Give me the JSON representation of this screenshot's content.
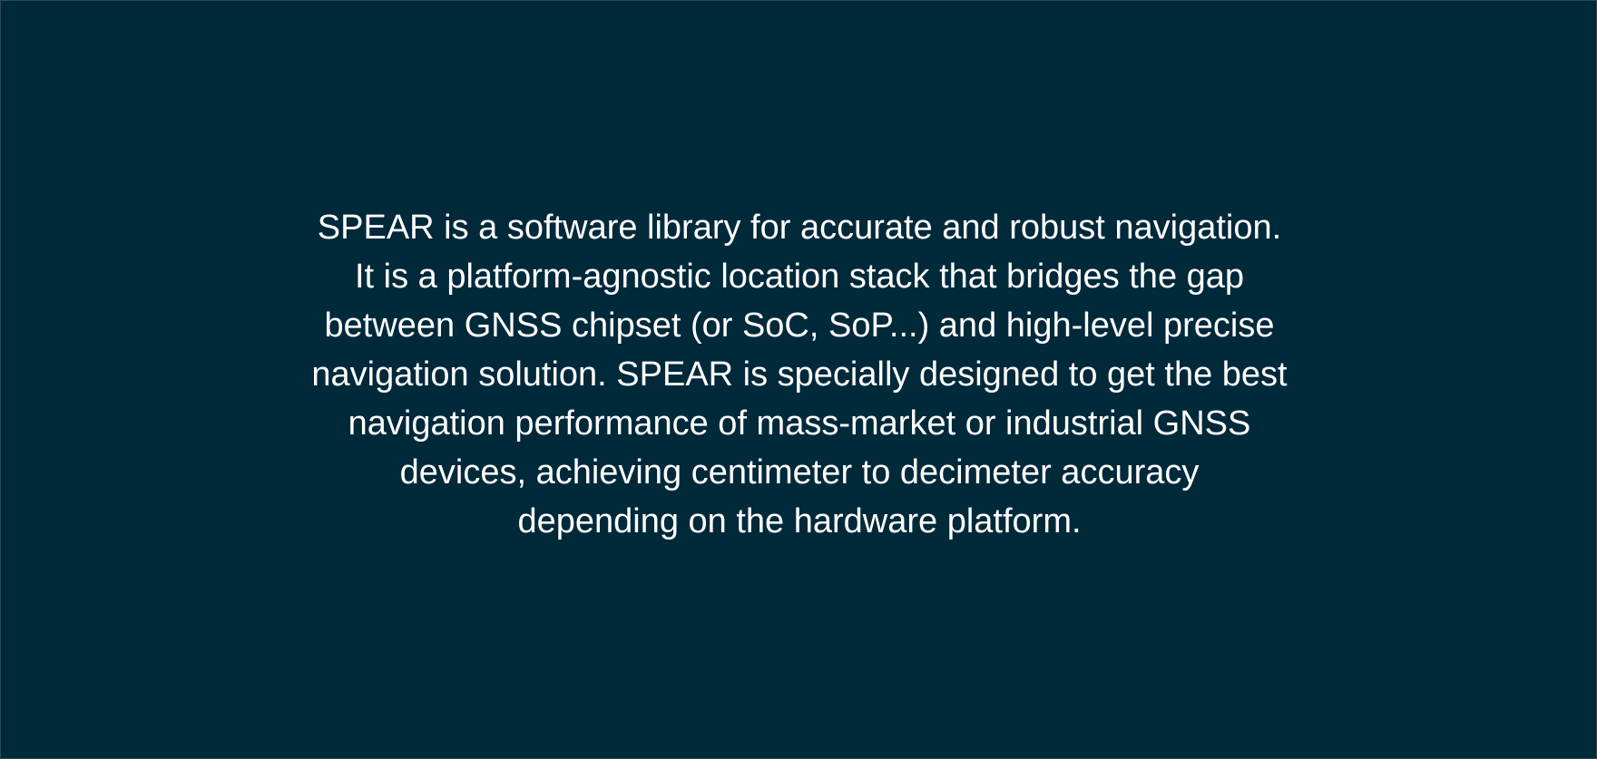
{
  "banner": {
    "background": "#00293a",
    "text_color": "#ffffff",
    "lines": [
      "SPEAR is a software library for accurate and robust navigation.",
      "It is a platform-agnostic location stack that bridges the gap",
      "between GNSS chipset (or SoC, SoP...) and high-level precise",
      "navigation solution. SPEAR is specially designed to get the best",
      "navigation performance of mass-market or industrial GNSS",
      "devices, achieving centimeter to decimeter accuracy",
      "depending on the hardware platform."
    ]
  }
}
